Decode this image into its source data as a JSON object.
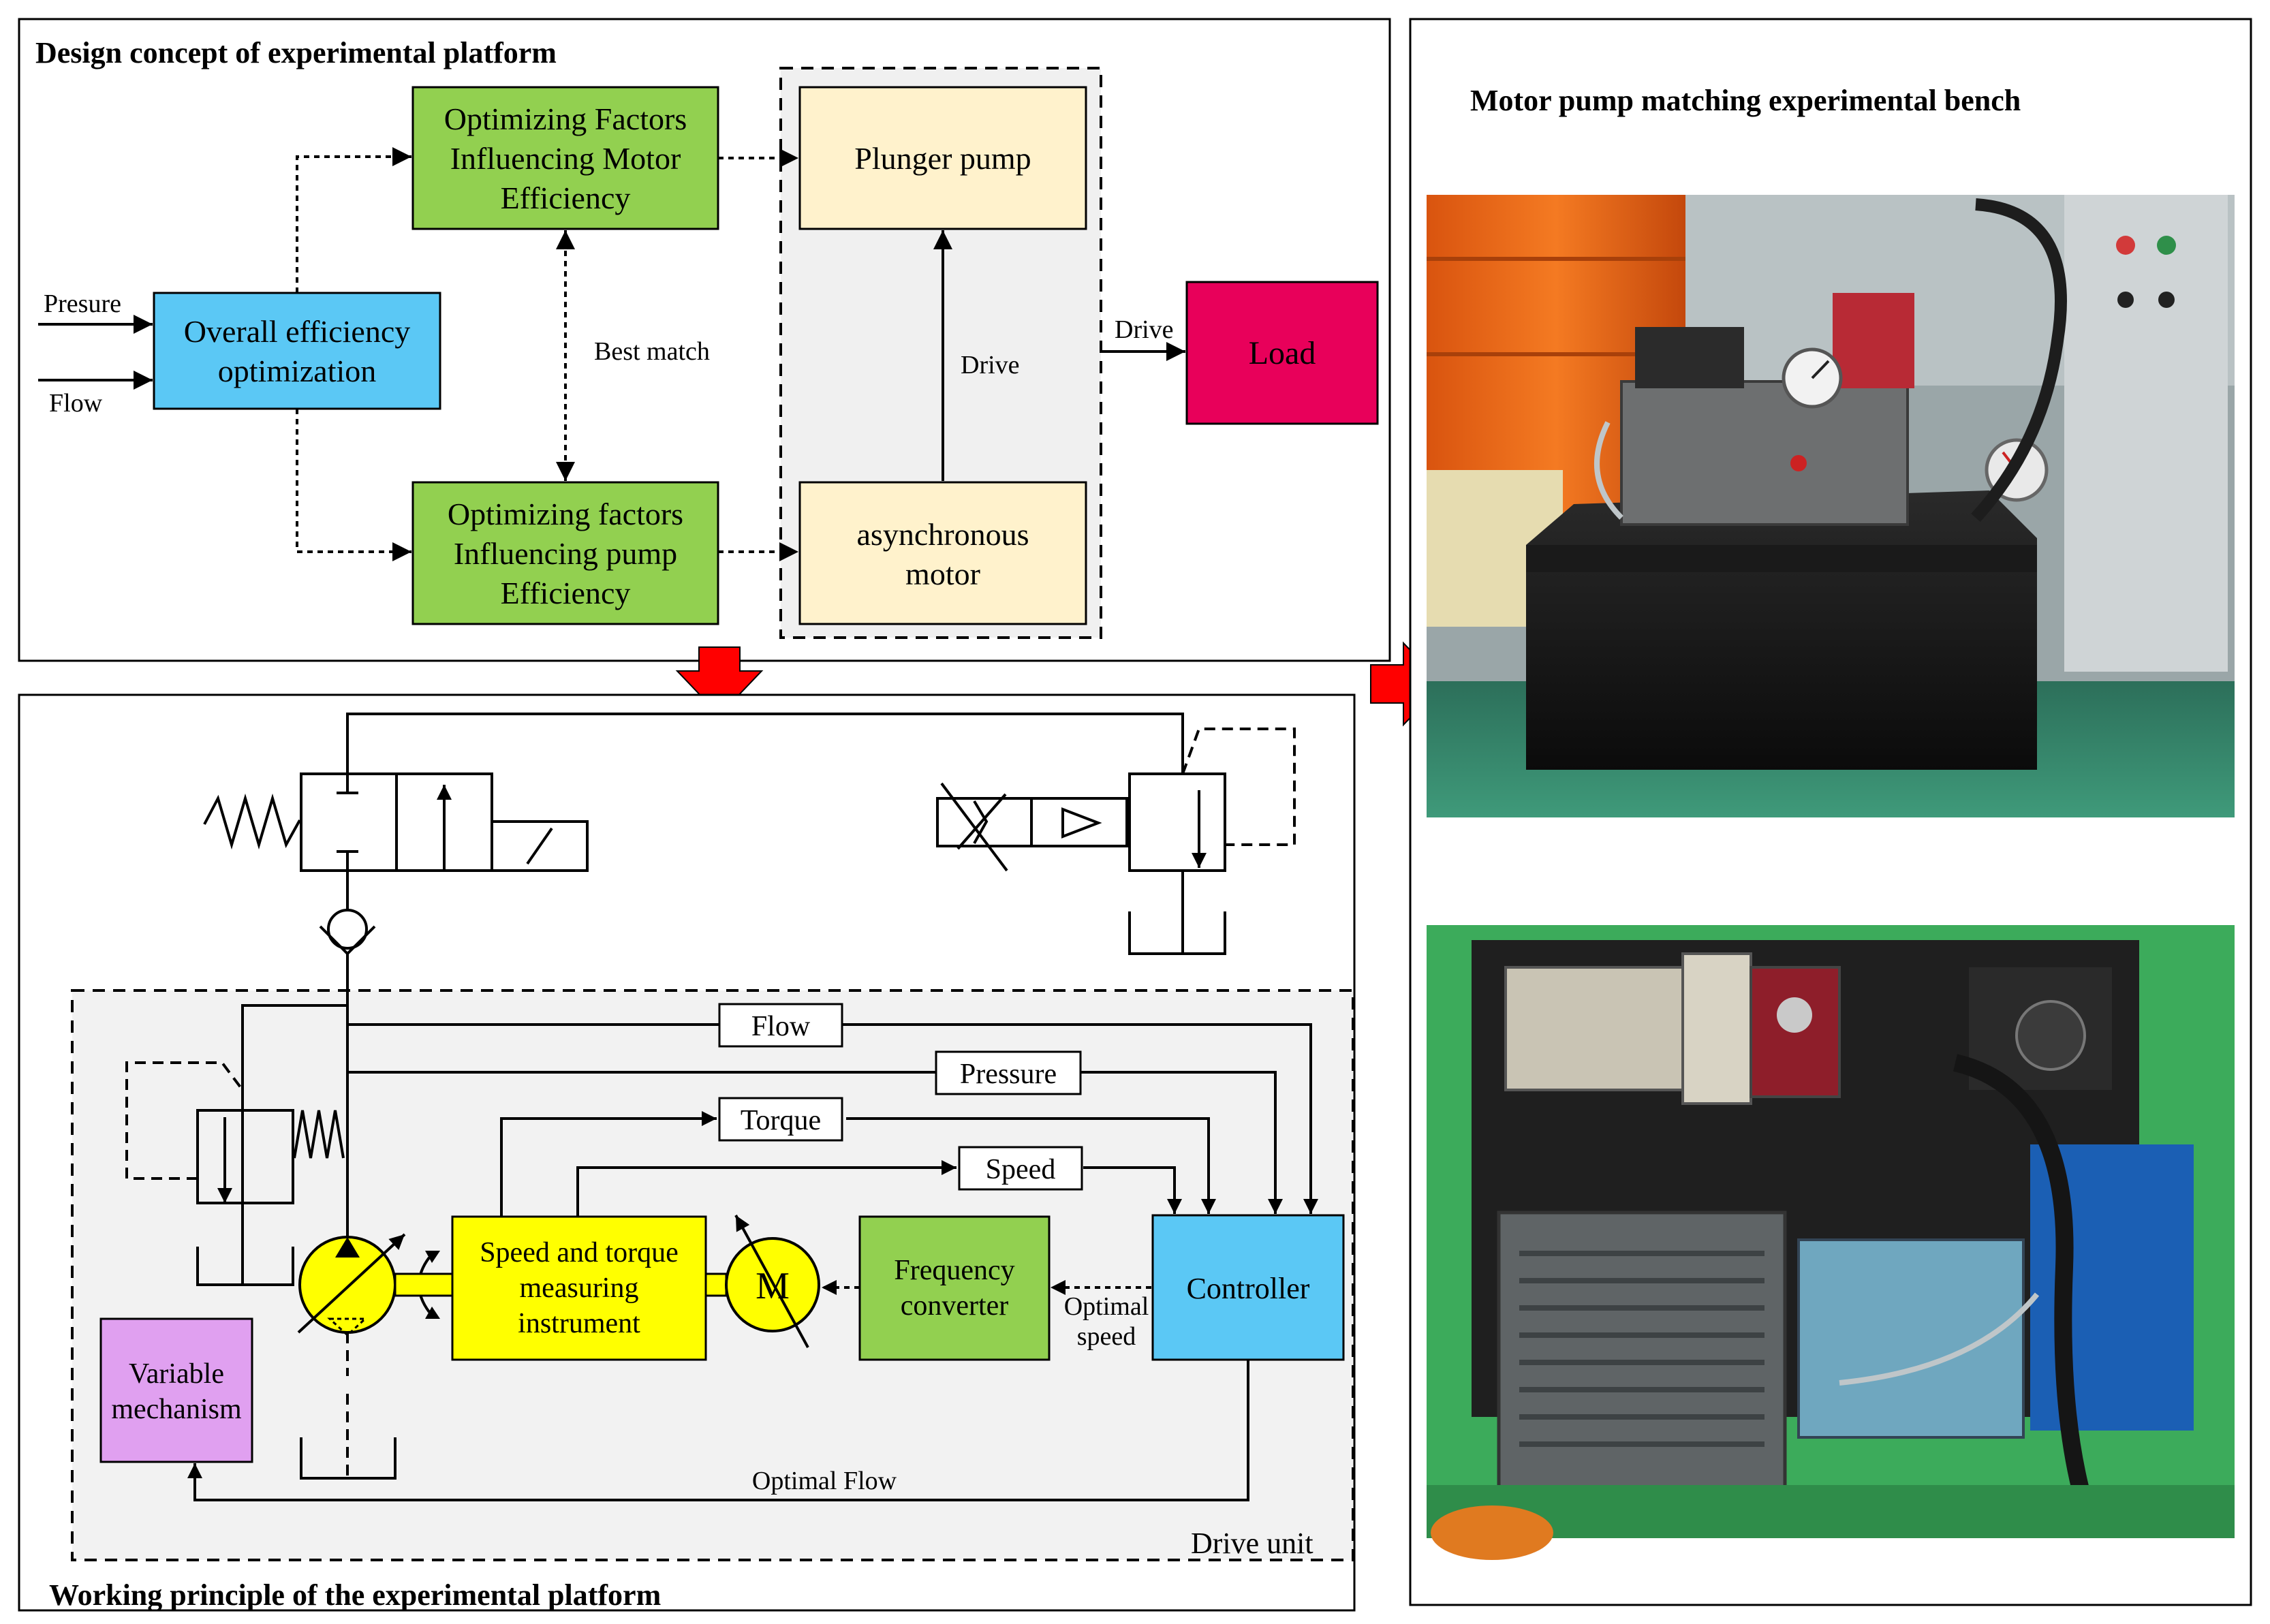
{
  "design_panel": {
    "title": "Design concept of experimental platform",
    "inputs": {
      "pressure": "Presure",
      "flow": "Flow"
    },
    "overall": [
      "Overall efficiency",
      "optimization"
    ],
    "motor_factors": [
      "Optimizing Factors",
      "Influencing Motor",
      "Efficiency"
    ],
    "pump_factors": [
      "Optimizing factors",
      "Influencing pump",
      "Efficiency"
    ],
    "best_match": "Best match",
    "plunger_pump": "Plunger pump",
    "async_motor": [
      "asynchronous",
      "motor"
    ],
    "drive_inner": "Drive",
    "drive_outer": "Drive",
    "load": "Load"
  },
  "working_panel": {
    "title": "Working principle of the experimental platform",
    "flow": "Flow",
    "pressure": "Pressure",
    "torque": "Torque",
    "speed": "Speed",
    "instrument": [
      "Speed and torque",
      "measuring",
      "instrument"
    ],
    "motor_symbol": "M",
    "converter": [
      "Frequency",
      "converter"
    ],
    "optimal_speed": [
      "Optimal",
      "speed"
    ],
    "controller": "Controller",
    "variable": [
      "Variable",
      "mechanism"
    ],
    "optimal_flow": "Optimal Flow",
    "drive_unit": "Drive unit"
  },
  "bench_panel": {
    "title": "Motor pump matching experimental bench"
  },
  "colors": {
    "green": "#92D050",
    "cyan": "#5BC8F5",
    "cream": "#FFF2CC",
    "magenta": "#E8005A",
    "yellow": "#FFFF00",
    "violet": "#E0A0F0",
    "gray_region": "#F2F2F2",
    "red_arrow": "#FF0000"
  }
}
